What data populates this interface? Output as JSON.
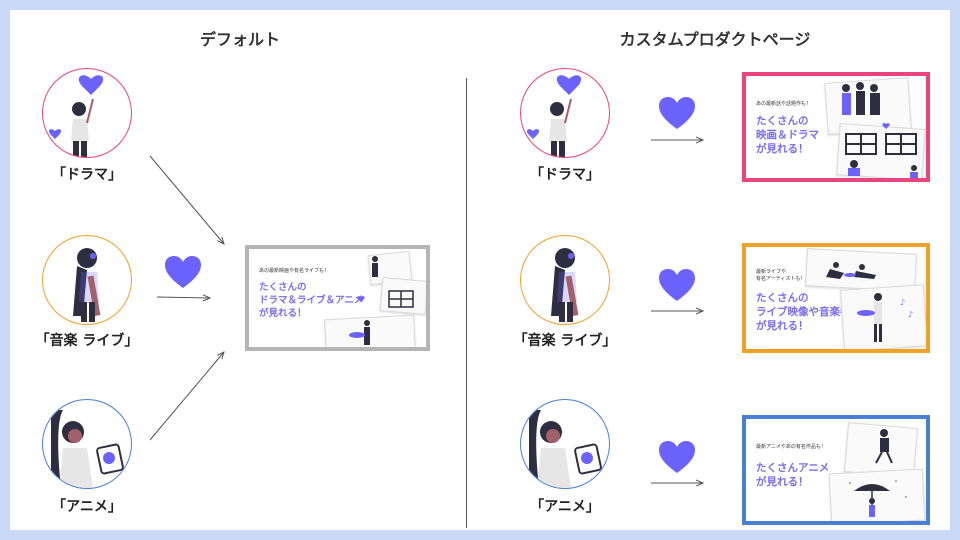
{
  "headings": {
    "default": "デフォルト",
    "custom": "カスタムプロダクトページ"
  },
  "labels": {
    "drama": "「ドラマ」",
    "music": "「音楽 ライブ」",
    "anime": "「アニメ」"
  },
  "default_card": {
    "small": "あの最新映画や有名ライブも！",
    "big": "たくさんの\nドラマ＆ライブ＆アニメ\nが見れる！"
  },
  "custom_cards": {
    "drama": {
      "small": "あの最新話や話題作も！",
      "big": "たくさんの\n映画＆ドラマ\nが見れる！"
    },
    "music": {
      "small": "最新ライブや\n有名アーティストも！",
      "big": "たくさんの\nライブ映像や音楽番組\nが見れる！"
    },
    "anime": {
      "small": "最新アニメやあの有名作品も！",
      "big": "たくさんアニメ\nが見れる！"
    }
  },
  "colors": {
    "drama": "#e8457f",
    "music": "#f0a12a",
    "anime": "#4a7fd8",
    "default_frame": "#b5b5b5",
    "heart": "#6c63ff"
  }
}
